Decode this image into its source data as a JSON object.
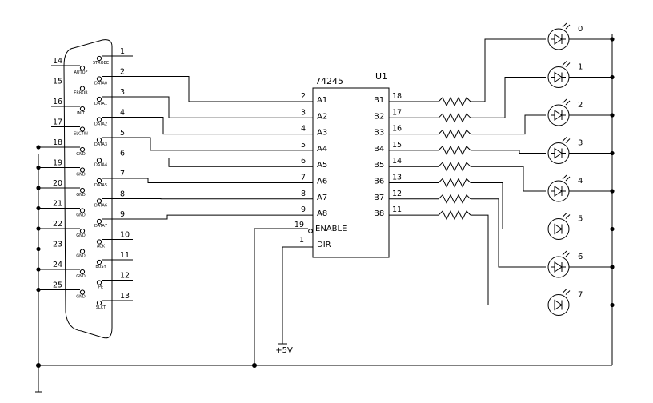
{
  "connector": {
    "pins": [
      {
        "num": "1",
        "signal": "STROBE",
        "side": "right"
      },
      {
        "num": "2",
        "signal": "DATA0",
        "side": "right"
      },
      {
        "num": "3",
        "signal": "DATA1",
        "side": "right"
      },
      {
        "num": "4",
        "signal": "DATA2",
        "side": "right"
      },
      {
        "num": "5",
        "signal": "DATA3",
        "side": "right"
      },
      {
        "num": "6",
        "signal": "DATA4",
        "side": "right"
      },
      {
        "num": "7",
        "signal": "DATA5",
        "side": "right"
      },
      {
        "num": "8",
        "signal": "DATA6",
        "side": "right"
      },
      {
        "num": "9",
        "signal": "DATA7",
        "side": "right"
      },
      {
        "num": "10",
        "signal": "ACK",
        "side": "right"
      },
      {
        "num": "11",
        "signal": "BUSY",
        "side": "right"
      },
      {
        "num": "12",
        "signal": "PE",
        "side": "right"
      },
      {
        "num": "13",
        "signal": "SLCT",
        "side": "right"
      },
      {
        "num": "14",
        "signal": "AUTOF",
        "side": "left"
      },
      {
        "num": "15",
        "signal": "ERROR",
        "side": "left"
      },
      {
        "num": "16",
        "signal": "INIT",
        "side": "left"
      },
      {
        "num": "17",
        "signal": "SLCTIN",
        "side": "left"
      },
      {
        "num": "18",
        "signal": "GND",
        "side": "left"
      },
      {
        "num": "19",
        "signal": "GND",
        "side": "left"
      },
      {
        "num": "20",
        "signal": "GND",
        "side": "left"
      },
      {
        "num": "21",
        "signal": "GND",
        "side": "left"
      },
      {
        "num": "22",
        "signal": "GND",
        "side": "left"
      },
      {
        "num": "23",
        "signal": "GND",
        "side": "left"
      },
      {
        "num": "24",
        "signal": "GND",
        "side": "left"
      },
      {
        "num": "25",
        "signal": "GND",
        "side": "left"
      }
    ]
  },
  "ic": {
    "part": "74245",
    "ref": "U1",
    "a_pins": [
      {
        "num": "2",
        "name": "A1"
      },
      {
        "num": "3",
        "name": "A2"
      },
      {
        "num": "4",
        "name": "A3"
      },
      {
        "num": "5",
        "name": "A4"
      },
      {
        "num": "6",
        "name": "A5"
      },
      {
        "num": "7",
        "name": "A6"
      },
      {
        "num": "8",
        "name": "A7"
      },
      {
        "num": "9",
        "name": "A8"
      }
    ],
    "b_pins": [
      {
        "num": "18",
        "name": "B1"
      },
      {
        "num": "17",
        "name": "B2"
      },
      {
        "num": "16",
        "name": "B3"
      },
      {
        "num": "15",
        "name": "B4"
      },
      {
        "num": "14",
        "name": "B5"
      },
      {
        "num": "13",
        "name": "B6"
      },
      {
        "num": "12",
        "name": "B7"
      },
      {
        "num": "11",
        "name": "B8"
      }
    ],
    "ctrl_pins": [
      {
        "num": "19",
        "name": "ENABLE"
      },
      {
        "num": "1",
        "name": "DIR"
      }
    ]
  },
  "power": {
    "label": "+5V"
  },
  "leds": [
    "0",
    "1",
    "2",
    "3",
    "4",
    "5",
    "6",
    "7"
  ]
}
